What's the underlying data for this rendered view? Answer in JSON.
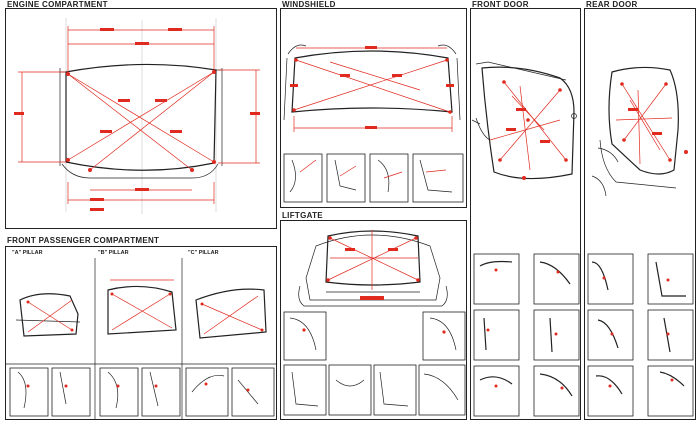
{
  "sections": {
    "engine_compartment": "ENGINE COMPARTMENT",
    "windshield": "WINDSHIELD",
    "front_door": "FRONT DOOR",
    "rear_door": "REAR DOOR",
    "liftgate": "LIFTGATE",
    "front_passenger_compartment": "FRONT PASSENGER COMPARTMENT"
  },
  "pillars": {
    "a": "\"A\" PILLAR",
    "b": "\"B\" PILLAR",
    "c": "\"C\" PILLAR"
  },
  "colors": {
    "line": "#222222",
    "dimension": "#e0291f",
    "grid": "#cccccc"
  }
}
